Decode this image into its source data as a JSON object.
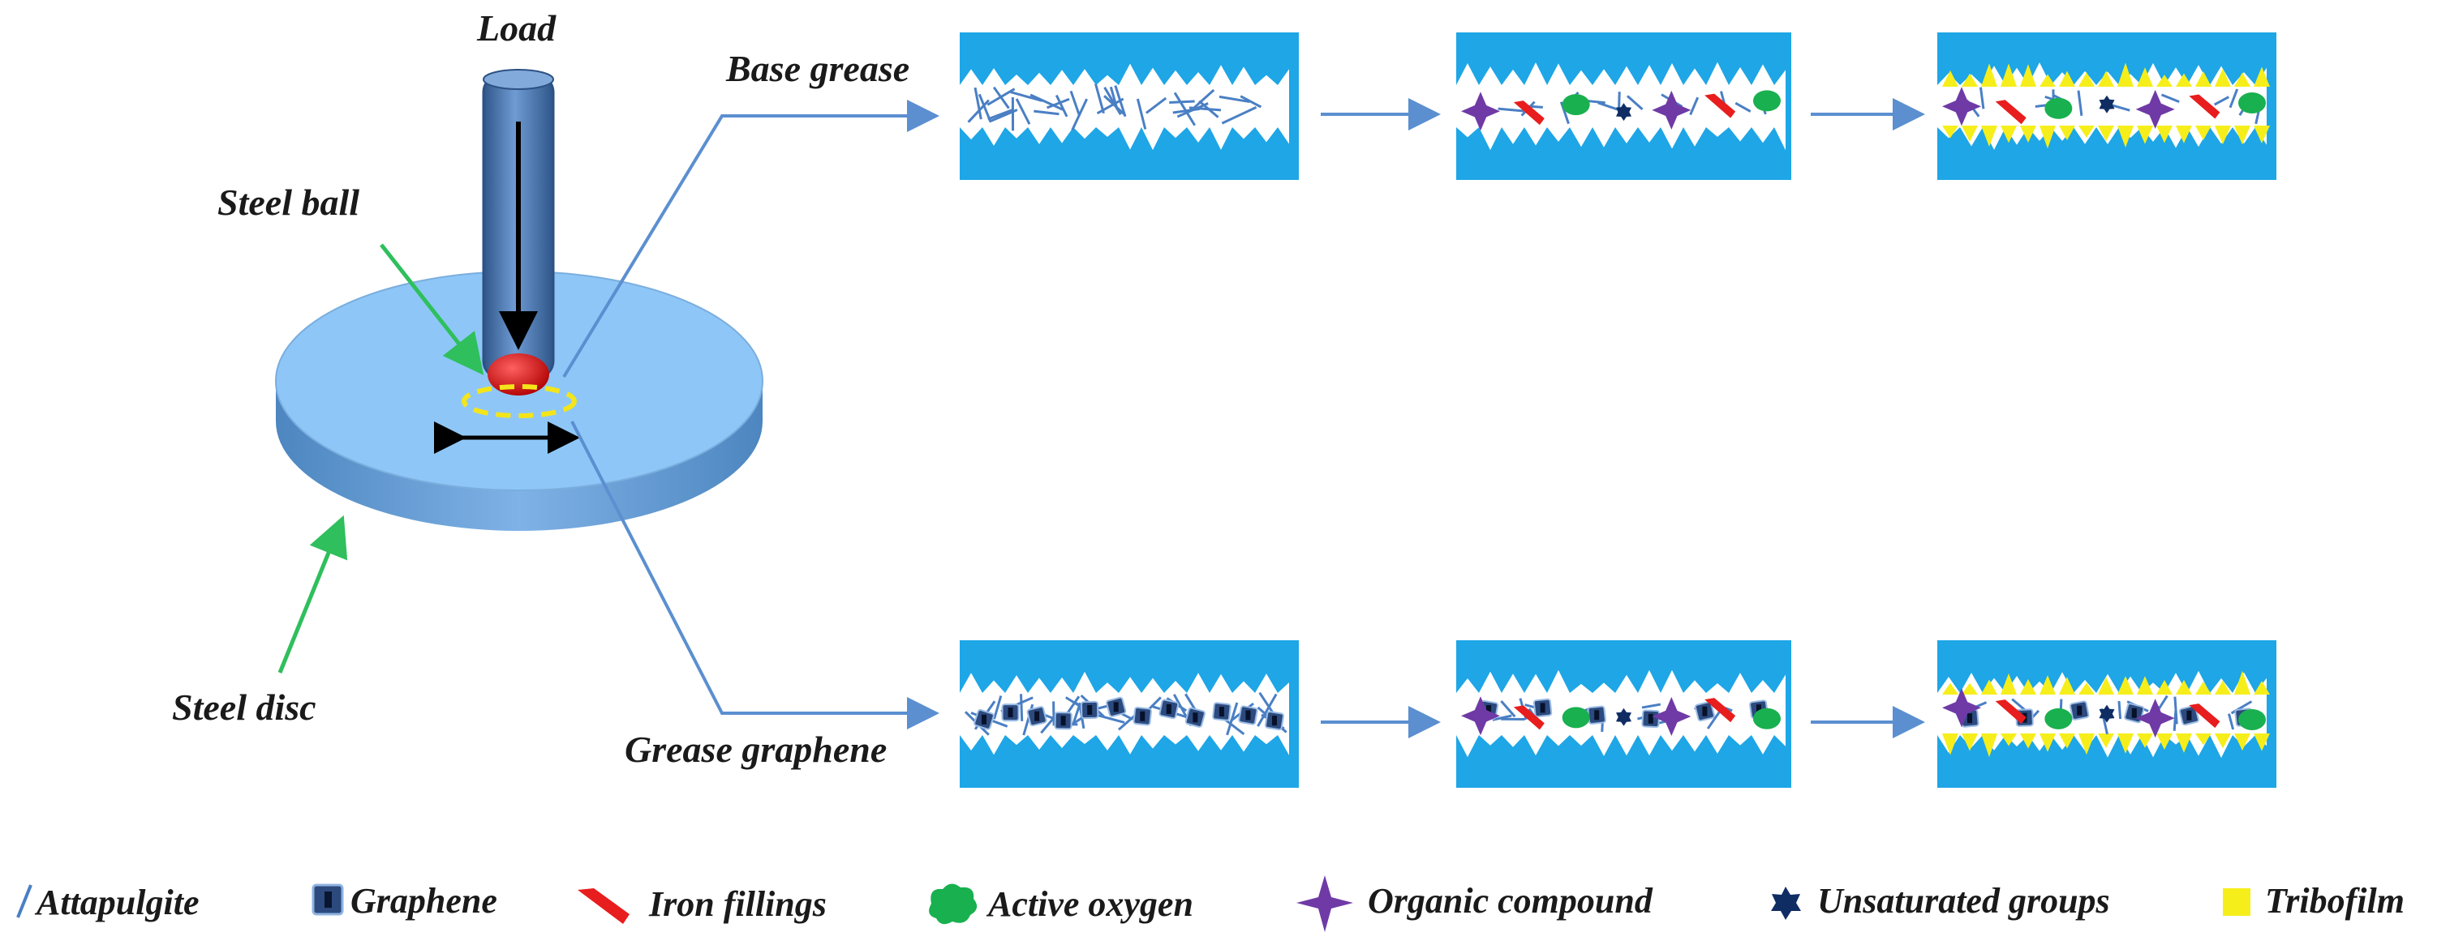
{
  "labels": {
    "load": "Load",
    "steel_ball": "Steel ball",
    "steel_disc": "Steel disc",
    "base_grease": "Base grease",
    "grease_graphene": "Grease graphene"
  },
  "legend": [
    {
      "key": "attapulgite",
      "label": "Attapulgite",
      "icon": "attapulgite-fiber-icon"
    },
    {
      "key": "graphene",
      "label": "Graphene",
      "icon": "graphene-sheet-icon"
    },
    {
      "key": "iron",
      "label": "Iron fillings",
      "icon": "iron-filling-icon"
    },
    {
      "key": "oxygen",
      "label": "Active oxygen",
      "icon": "active-oxygen-icon"
    },
    {
      "key": "organic",
      "label": "Organic compound",
      "icon": "organic-compound-star-icon"
    },
    {
      "key": "unsat",
      "label": "Unsaturated groups",
      "icon": "unsaturated-group-icon"
    },
    {
      "key": "tribofilm",
      "label": "Tribofilm",
      "icon": "tribofilm-square-icon"
    }
  ],
  "colors": {
    "surface": "#1ea6e6",
    "disc_top": "#8ec7f7",
    "disc_side": "#5f97cf",
    "rod": "#4a78b0",
    "arrow": "#5b8fd0",
    "pointer": "#2fbf5c",
    "iron": "#e81d1d",
    "oxygen": "#19b04f",
    "organic": "#6f3aa6",
    "unsat": "#0f2d63",
    "graphene": "#2c4a7e",
    "attapulgite": "#4a7fc4",
    "tribofilm": "#f6ee1a"
  }
}
